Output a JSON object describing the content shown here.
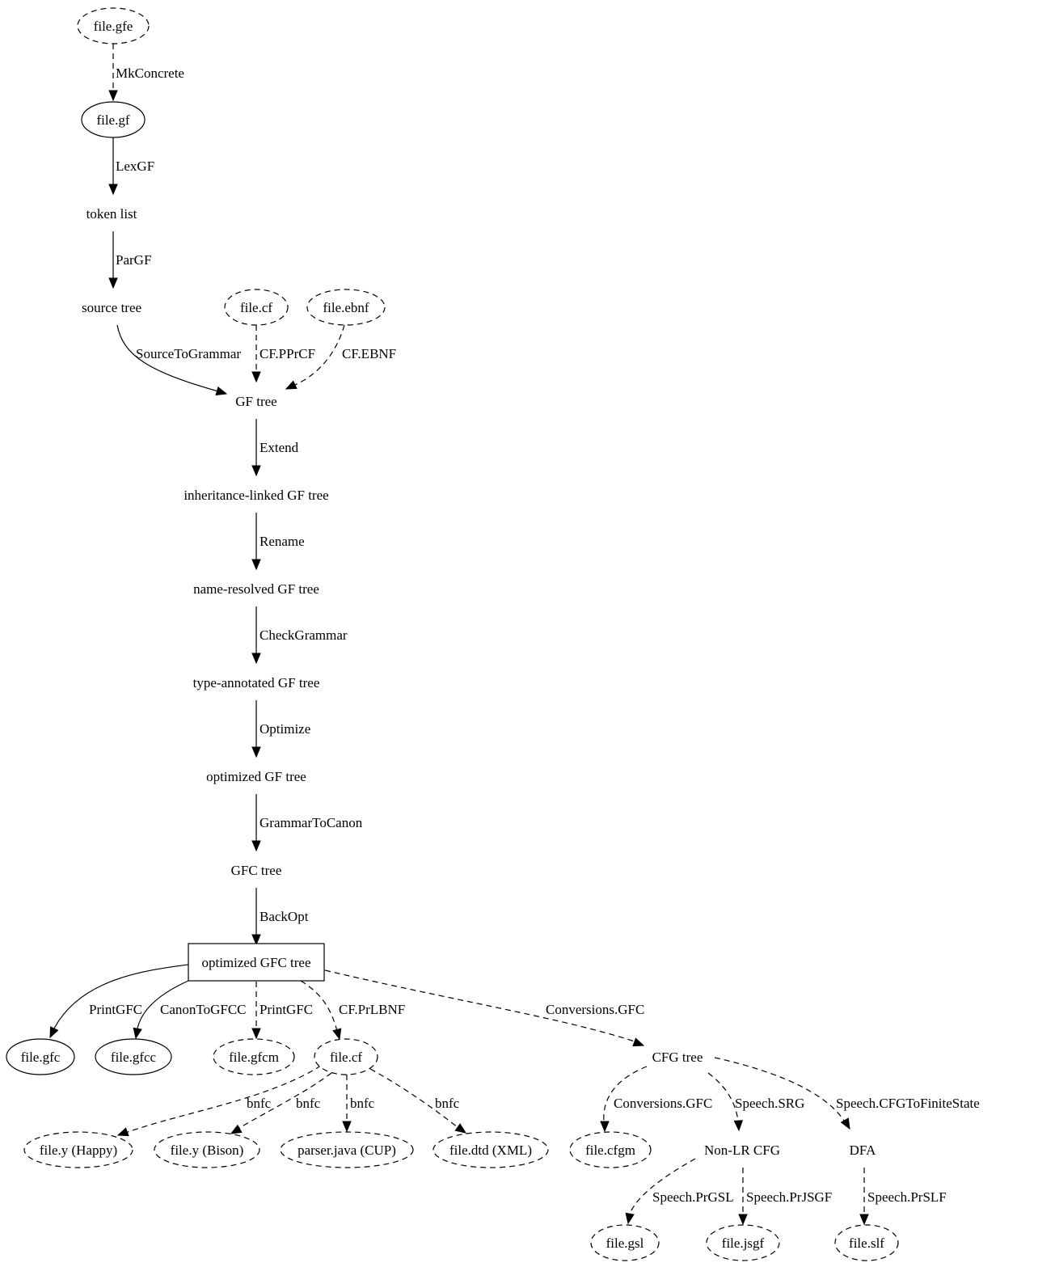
{
  "nodes": [
    {
      "id": "file_gfe",
      "label": "file.gfe"
    },
    {
      "id": "file_gf",
      "label": "file.gf"
    },
    {
      "id": "token_list",
      "label": "token list"
    },
    {
      "id": "source_tree",
      "label": "source tree"
    },
    {
      "id": "file_cf_top",
      "label": "file.cf"
    },
    {
      "id": "file_ebnf",
      "label": "file.ebnf"
    },
    {
      "id": "gf_tree",
      "label": "GF tree"
    },
    {
      "id": "inherit_tree",
      "label": "inheritance-linked GF tree"
    },
    {
      "id": "name_tree",
      "label": "name-resolved GF tree"
    },
    {
      "id": "type_tree",
      "label": "type-annotated GF tree"
    },
    {
      "id": "opt_gf_tree",
      "label": "optimized GF tree"
    },
    {
      "id": "gfc_tree",
      "label": "GFC tree"
    },
    {
      "id": "opt_gfc_tree",
      "label": "optimized GFC tree"
    },
    {
      "id": "file_gfc",
      "label": "file.gfc"
    },
    {
      "id": "file_gfcc",
      "label": "file.gfcc"
    },
    {
      "id": "file_gfcm",
      "label": "file.gfcm"
    },
    {
      "id": "file_cf_bot",
      "label": "file.cf"
    },
    {
      "id": "cfg_tree",
      "label": "CFG tree"
    },
    {
      "id": "file_y_happy",
      "label": "file.y (Happy)"
    },
    {
      "id": "file_y_bison",
      "label": "file.y (Bison)"
    },
    {
      "id": "parser_java",
      "label": "parser.java (CUP)"
    },
    {
      "id": "file_dtd",
      "label": "file.dtd (XML)"
    },
    {
      "id": "file_cfgm",
      "label": "file.cfgm"
    },
    {
      "id": "nonlr_cfg",
      "label": "Non-LR CFG"
    },
    {
      "id": "dfa",
      "label": "DFA"
    },
    {
      "id": "file_gsl",
      "label": "file.gsl"
    },
    {
      "id": "file_jsgf",
      "label": "file.jsgf"
    },
    {
      "id": "file_slf",
      "label": "file.slf"
    }
  ],
  "edges": [
    {
      "id": "e_mkconcrete",
      "label": "MkConcrete"
    },
    {
      "id": "e_lexgf",
      "label": "LexGF"
    },
    {
      "id": "e_pargf",
      "label": "ParGF"
    },
    {
      "id": "e_sourcetogrammar",
      "label": "SourceToGrammar"
    },
    {
      "id": "e_cfpprcf",
      "label": "CF.PPrCF"
    },
    {
      "id": "e_cfebnf",
      "label": "CF.EBNF"
    },
    {
      "id": "e_extend",
      "label": "Extend"
    },
    {
      "id": "e_rename",
      "label": "Rename"
    },
    {
      "id": "e_checkgrammar",
      "label": "CheckGrammar"
    },
    {
      "id": "e_optimize",
      "label": "Optimize"
    },
    {
      "id": "e_grammartocanon",
      "label": "GrammarToCanon"
    },
    {
      "id": "e_backopt",
      "label": "BackOpt"
    },
    {
      "id": "e_printgfc1",
      "label": "PrintGFC"
    },
    {
      "id": "e_canontogfcc",
      "label": "CanonToGFCC"
    },
    {
      "id": "e_printgfc2",
      "label": "PrintGFC"
    },
    {
      "id": "e_cfprlbnf",
      "label": "CF.PrLBNF"
    },
    {
      "id": "e_convgfc1",
      "label": "Conversions.GFC"
    },
    {
      "id": "e_bnfc1",
      "label": "bnfc"
    },
    {
      "id": "e_bnfc2",
      "label": "bnfc"
    },
    {
      "id": "e_bnfc3",
      "label": "bnfc"
    },
    {
      "id": "e_bnfc4",
      "label": "bnfc"
    },
    {
      "id": "e_convgfc2",
      "label": "Conversions.GFC"
    },
    {
      "id": "e_speechsrg",
      "label": "Speech.SRG"
    },
    {
      "id": "e_speechcfgtofs",
      "label": "Speech.CFGToFiniteState"
    },
    {
      "id": "e_speechprgsl",
      "label": "Speech.PrGSL"
    },
    {
      "id": "e_speechprjsgf",
      "label": "Speech.PrJSGF"
    },
    {
      "id": "e_speechprslf",
      "label": "Speech.PrSLF"
    }
  ]
}
